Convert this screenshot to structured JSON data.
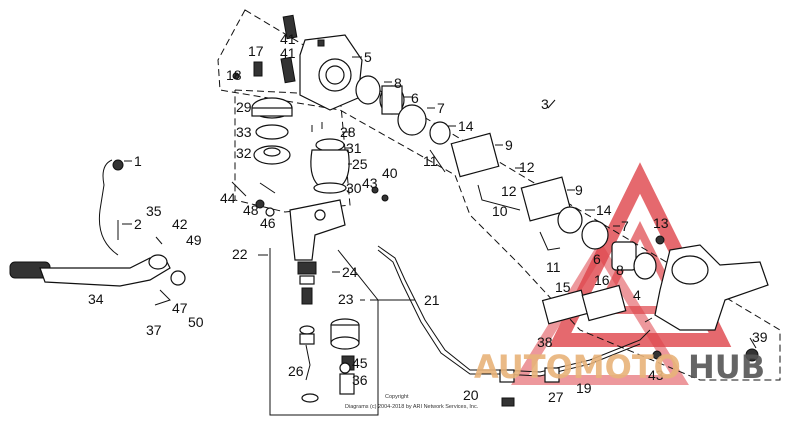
{
  "labels": {
    "p1": "1",
    "p2": "2",
    "p3": "3",
    "p4": "4",
    "p5": "5",
    "p6a": "6",
    "p6b": "6",
    "p7a": "7",
    "p7b": "7",
    "p8a": "8",
    "p8b": "8",
    "p9a": "9",
    "p9b": "9",
    "p10": "10",
    "p11a": "11",
    "p11b": "11",
    "p12a": "12",
    "p12b": "12",
    "p13": "13",
    "p14a": "14",
    "p14b": "14",
    "p15": "15",
    "p16": "16",
    "p17": "17",
    "p18": "18",
    "p19": "19",
    "p20": "20",
    "p21": "21",
    "p22": "22",
    "p23": "23",
    "p24": "24",
    "p25": "25",
    "p26": "26",
    "p27": "27",
    "p28": "28",
    "p29": "29",
    "p30": "30",
    "p31": "31",
    "p32": "32",
    "p33": "33",
    "p34": "34",
    "p35": "35",
    "p36": "36",
    "p37": "37",
    "p38": "38",
    "p39": "39",
    "p40": "40",
    "p41a": "41",
    "p41b": "41",
    "p42": "42",
    "p43a": "43",
    "p43b": "43",
    "p44": "44",
    "p45": "45",
    "p46": "46",
    "p47": "47",
    "p48": "48",
    "p49": "49",
    "p50": "50"
  },
  "copyright": {
    "line1": "Copyright",
    "line2": "Diagrams (c) 2004-2018 by ARI Network Services, Inc."
  },
  "watermark": {
    "part1": "AUTOMOTO",
    "part2": "HUB",
    "color_main": "#e8b37a",
    "color_accent": "#d9232a",
    "color_dark": "#555555"
  }
}
